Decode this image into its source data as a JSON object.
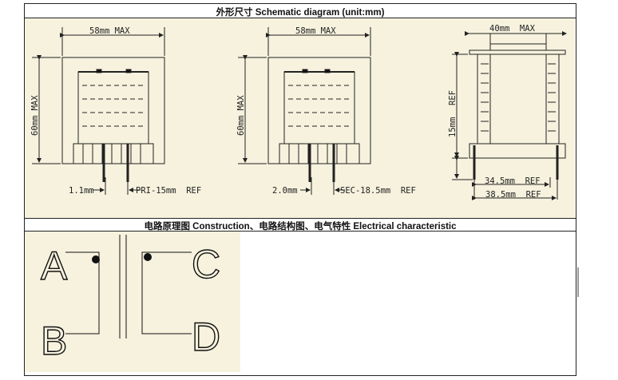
{
  "header_top": "外形尺寸 Schematic diagram (unit:mm)",
  "header_bottom": "电路原理图 Construction、电路结构图、电气特性 Electrical characteristic",
  "diagram1": {
    "width": "58mm MAX",
    "height": "60mm MAX",
    "pin": "1.1mm",
    "note": "PRI-15mm  REF"
  },
  "diagram2": {
    "width": "58mm MAX",
    "height": "60mm MAX",
    "pin": "2.0mm",
    "note": "SEC-18.5mm  REF"
  },
  "diagram3": {
    "width": "40mm  MAX",
    "ref": "REF",
    "pinlen": "15mm",
    "spacing1": "34.5mm  REF",
    "spacing2": "38.5mm  REF"
  },
  "schematic": {
    "terminals": [
      "A",
      "B",
      "C",
      "D"
    ]
  },
  "colors": {
    "panel": "#f6f2de",
    "ink": "#111111"
  }
}
